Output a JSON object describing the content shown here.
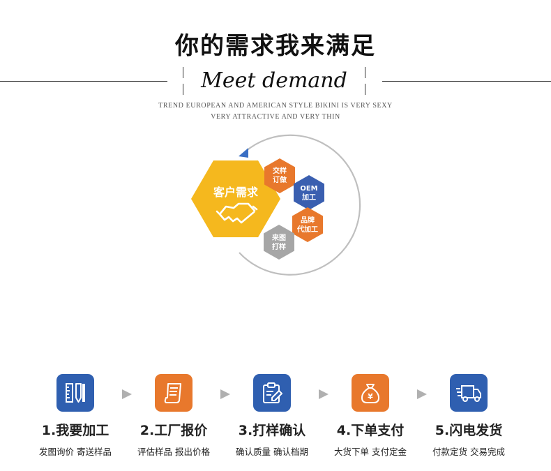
{
  "header": {
    "title": "你的需求我来满足",
    "subtitle": "Meet demand",
    "desc_line1": "TREND EUROPEAN AND AMERICAN STYLE BIKINI IS VERY SEXY",
    "desc_line2": "VERY ATTRACTIVE AND VERY THIN"
  },
  "diagram": {
    "center": {
      "label": "客户需求",
      "color": "#f5b81e"
    },
    "options": [
      {
        "line1": "交样",
        "line2": "订做",
        "color": "#e8782c"
      },
      {
        "line1": "OEM",
        "line2": "加工",
        "color": "#3a5fb0"
      },
      {
        "line1": "品牌",
        "line2": "代加工",
        "color": "#e8782c"
      },
      {
        "line1": "来图",
        "line2": "打样",
        "color": "#a6a6a6"
      }
    ],
    "arc_color": "#bfbfbf",
    "arrow_color": "#3a6fc4"
  },
  "steps": [
    {
      "title": "1.我要加工",
      "sub": "发图询价 寄送样品",
      "color": "#2f5fb0",
      "icon": "ruler-pencil-icon"
    },
    {
      "title": "2.工厂报价",
      "sub": "评估样品 报出价格",
      "color": "#e8782c",
      "icon": "quote-sheet-icon"
    },
    {
      "title": "3.打样确认",
      "sub": "确认质量 确认档期",
      "color": "#2f5fb0",
      "icon": "clipboard-edit-icon"
    },
    {
      "title": "4.下单支付",
      "sub": "大货下单 支付定金",
      "color": "#e8782c",
      "icon": "money-bag-icon"
    },
    {
      "title": "5.闪电发货",
      "sub": "付款定货 交易完成",
      "color": "#2f5fb0",
      "icon": "delivery-truck-icon"
    }
  ]
}
